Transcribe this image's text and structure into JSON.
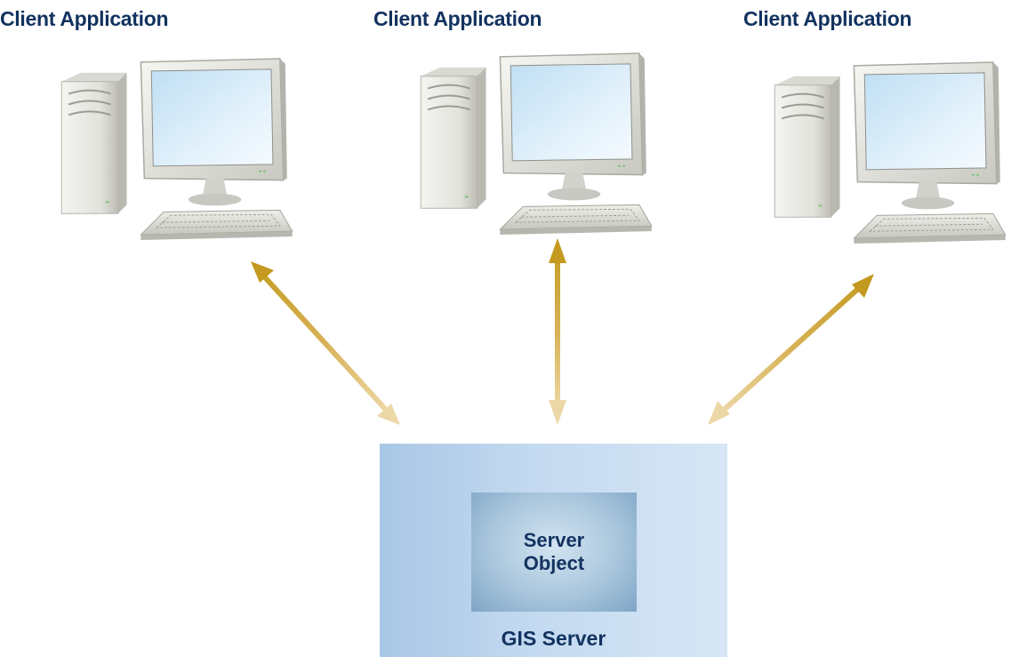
{
  "clients": [
    {
      "label": "Client Application"
    },
    {
      "label": "Client Application"
    },
    {
      "label": "Client Application"
    }
  ],
  "server": {
    "label": "GIS Server",
    "object_label": "Server\nObject"
  },
  "colors": {
    "label_text": "#12325f",
    "arrow": "#c9a227",
    "server_bg": "#c4daf0",
    "server_object_bg": "#a9c6dd",
    "monitor_screen": "#cfe6f7"
  },
  "icons": [
    "computer-icon",
    "double-arrow"
  ]
}
